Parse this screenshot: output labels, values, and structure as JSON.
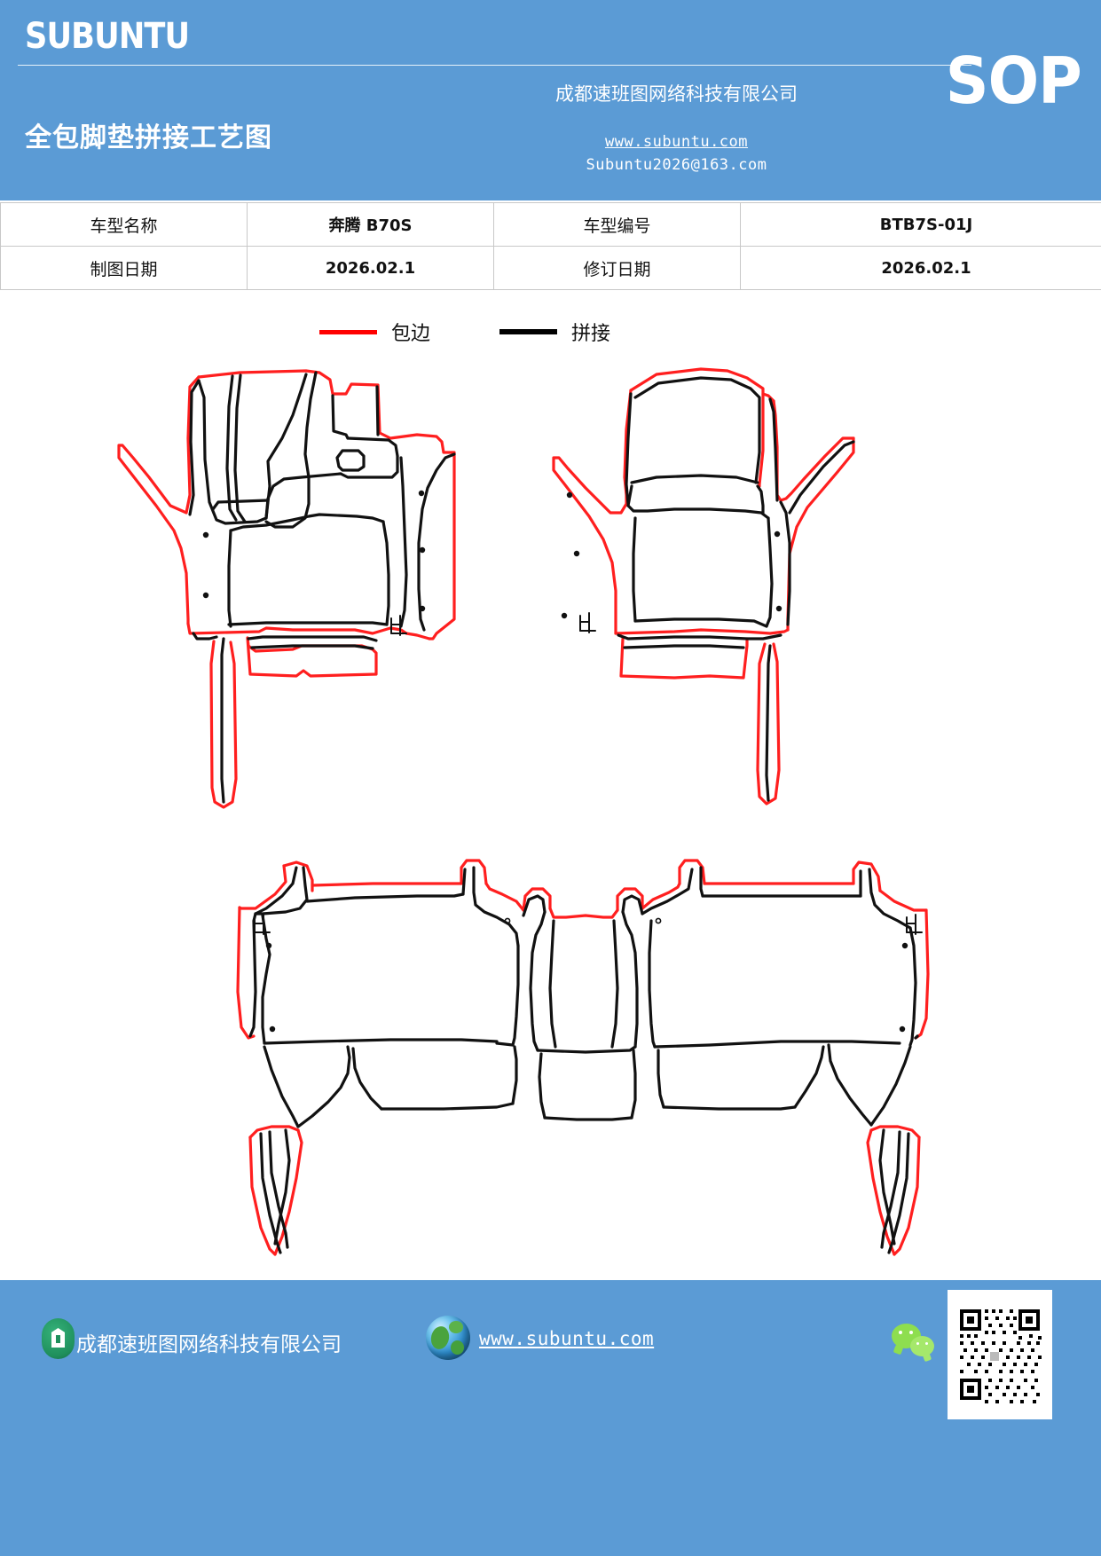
{
  "header": {
    "brand": "SUBUNTU",
    "doc_title": "全包脚垫拼接工艺图",
    "sop_label": "SOP",
    "company_cn": "成都速班图网络科技有限公司",
    "website": "www.subuntu.com",
    "email": "Subuntu2026@163.com",
    "bg_color": "#5b9bd5"
  },
  "info_table": {
    "rows": [
      {
        "label_1": "车型名称",
        "value_1": "奔腾 B70S",
        "label_2": "车型编号",
        "value_2": "BTB7S-01J"
      },
      {
        "label_1": "制图日期",
        "value_1": "2026.02.1",
        "label_2": "修订日期",
        "value_2": "2026.02.1"
      }
    ]
  },
  "legend": {
    "items": [
      {
        "label": "包边",
        "color": "#ff0000",
        "style": "solid-line"
      },
      {
        "label": "拼接",
        "color": "#000000",
        "style": "solid-line"
      }
    ]
  },
  "drawing": {
    "type": "car-floor-mat-splicing-pattern",
    "pieces": [
      {
        "name": "front-left-mat",
        "marker": "止"
      },
      {
        "name": "front-right-mat",
        "marker": "止"
      },
      {
        "name": "rear-mat-assembly",
        "marker_left": "止",
        "marker_right": "止"
      }
    ],
    "marker_text": "止"
  },
  "footer": {
    "company_cn": "成都速班图网络科技有限公司",
    "website": "www.subuntu.com",
    "bg_color": "#5b9bd5"
  }
}
